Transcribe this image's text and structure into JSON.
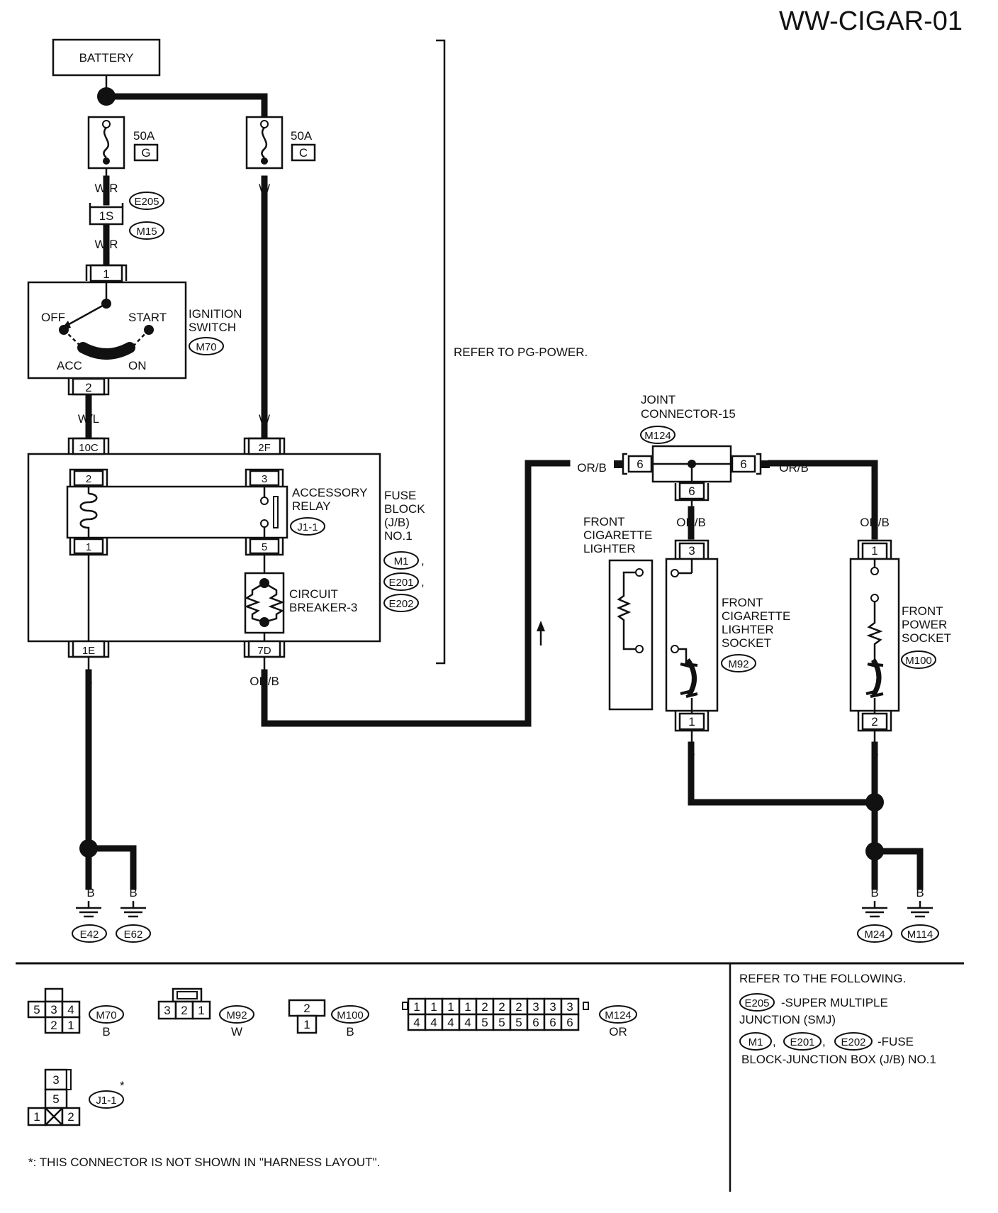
{
  "page_id": "WW-CIGAR-01",
  "components": {
    "battery": "BATTERY",
    "fuse_g": {
      "rating": "50A",
      "letter": "G"
    },
    "fuse_c": {
      "rating": "50A",
      "letter": "C"
    },
    "ignition_switch": {
      "label_lines": [
        "IGNITION",
        "SWITCH"
      ],
      "connector": "M70",
      "positions": [
        "OFF",
        "START",
        "ACC",
        "ON"
      ],
      "pins": [
        "1",
        "2"
      ]
    },
    "accessory_relay": {
      "label_lines": [
        "ACCESSORY",
        "RELAY"
      ],
      "connector": "J1-1"
    },
    "circuit_breaker": {
      "label_lines": [
        "CIRCUIT",
        "BREAKER-3"
      ]
    },
    "fuse_block": {
      "label_lines": [
        "FUSE",
        "BLOCK",
        "(J/B)",
        "NO.1"
      ],
      "connectors": [
        "M1",
        "E201",
        "E202"
      ]
    },
    "joint_connector": {
      "label_lines": [
        "JOINT",
        "CONNECTOR-15"
      ],
      "connector": "M124"
    },
    "front_cigarette_lighter": {
      "label_lines": [
        "FRONT",
        "CIGARETTE",
        "LIGHTER"
      ]
    },
    "front_cigarette_lighter_socket": {
      "label_lines": [
        "FRONT",
        "CIGARETTE",
        "LIGHTER",
        "SOCKET"
      ],
      "connector": "M92"
    },
    "front_power_socket": {
      "label_lines": [
        "FRONT",
        "POWER",
        "SOCKET"
      ],
      "connector": "M100"
    },
    "refer_note": "REFER TO PG-POWER.",
    "connector_e205": "E205",
    "connector_m15": "M15"
  },
  "pins": {
    "smj": "1S",
    "ign_in": "1",
    "ign_out": "2",
    "fb_10c": "10C",
    "fb_2f": "2F",
    "relay_2": "2",
    "relay_1": "1",
    "relay_3": "3",
    "relay_5": "5",
    "fb_1e": "1E",
    "fb_7d": "7D",
    "jc_left": "6",
    "jc_right": "6",
    "jc_bottom": "6",
    "socket_top": "3",
    "socket_bottom": "1",
    "power_top": "1",
    "power_bottom": "2"
  },
  "wire_colors": {
    "wr": "W/R",
    "w": "W",
    "wl": "W/L",
    "b": "B",
    "orb": "OR/B"
  },
  "grounds": [
    "E42",
    "E62",
    "M24",
    "M114"
  ],
  "legend": {
    "m70": {
      "id": "M70",
      "color": "B",
      "top": [
        "5",
        "3",
        "4"
      ],
      "bottom": [
        "2",
        "1"
      ]
    },
    "m92": {
      "id": "M92",
      "color": "W",
      "pins": [
        "3",
        "2",
        "1"
      ]
    },
    "m100": {
      "id": "M100",
      "color": "B",
      "top": "2",
      "bottom": "1"
    },
    "m124": {
      "id": "M124",
      "color": "OR",
      "top": [
        "1",
        "1",
        "1",
        "1",
        "2",
        "2",
        "2",
        "3",
        "3",
        "3"
      ],
      "bottom": [
        "4",
        "4",
        "4",
        "4",
        "5",
        "5",
        "5",
        "6",
        "6",
        "6"
      ]
    },
    "j11": {
      "id": "J1-1",
      "star": "*",
      "pins": [
        "3",
        "5",
        "1",
        "2"
      ]
    },
    "footnote": "*: THIS CONNECTOR IS NOT SHOWN IN \"HARNESS LAYOUT\".",
    "refer_heading": "REFER TO THE FOLLOWING.",
    "refer_e205": {
      "id": "E205",
      "text_lines": [
        "-SUPER MULTIPLE",
        "JUNCTION (SMJ)"
      ]
    },
    "refer_fb": {
      "ids": [
        "M1",
        "E201",
        "E202"
      ],
      "text_lines": [
        "-FUSE",
        "BLOCK-JUNCTION BOX (J/B) NO.1"
      ]
    }
  }
}
